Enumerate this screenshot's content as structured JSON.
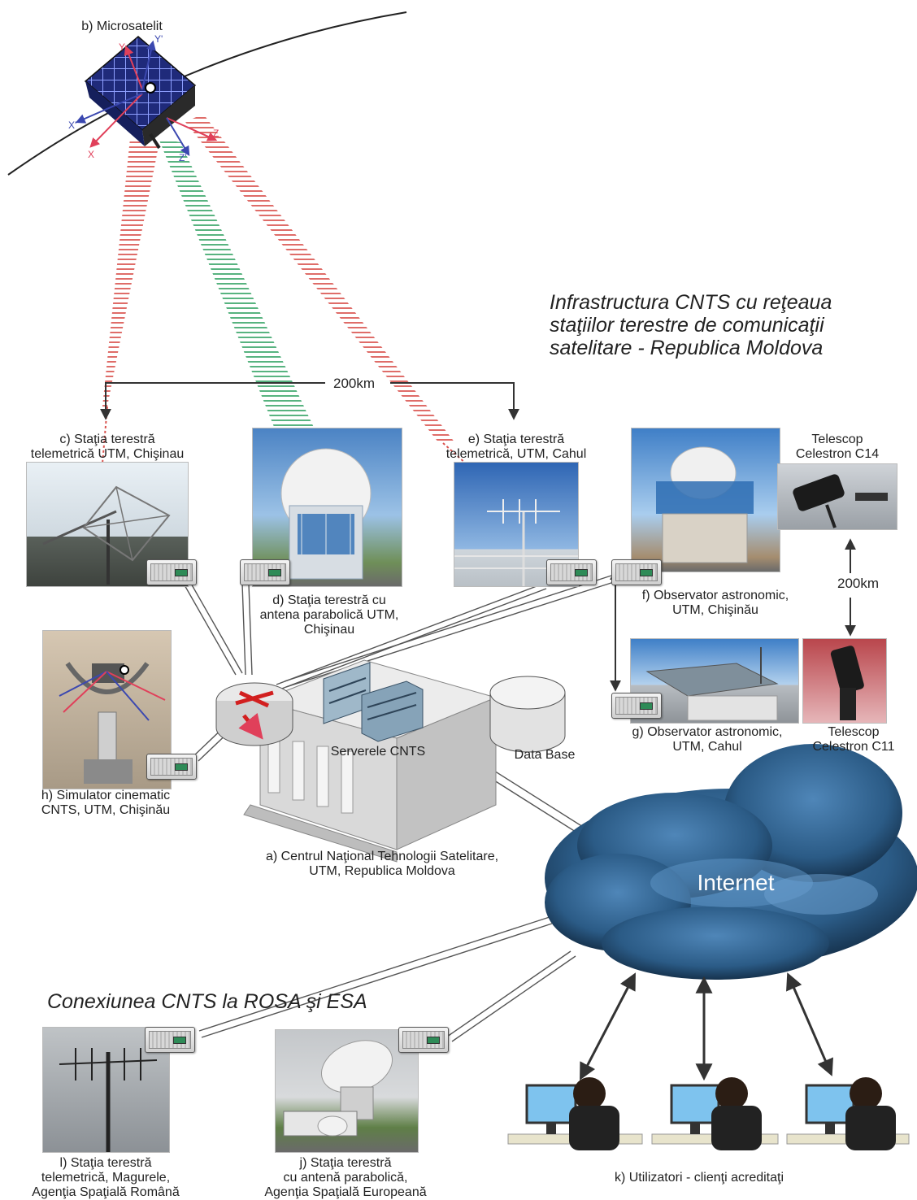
{
  "title_lines": [
    "Infrastructura CNTS cu reţeaua",
    "staţiilor terestre de comunicaţii",
    "satelitare - Republica Moldova"
  ],
  "rosa_esa_heading": "Conexiunea CNTS la ROSA şi ESA",
  "nodes": {
    "satellite": {
      "label": "b) Microsatelit",
      "axes": [
        "Y",
        "Y'",
        "X'",
        "X",
        "Z'",
        "Z"
      ]
    },
    "center": {
      "label_lines": [
        "a) Centrul Naţional Tehnologii Satelitare,",
        "UTM, Republica Moldova"
      ]
    },
    "servers": {
      "label": "Serverele CNTS"
    },
    "database": {
      "label": "Data Base"
    },
    "internet": {
      "label": "Internet"
    },
    "station_c": {
      "label_lines": [
        "c) Staţia terestră",
        "telemetrică UTM, Chişinau"
      ]
    },
    "station_d": {
      "label_lines": [
        "d) Staţia terestră cu",
        "antena parabolică UTM,",
        "Chişinau"
      ]
    },
    "station_e": {
      "label_lines": [
        "e) Staţia terestră",
        "telemetrică, UTM, Cahul"
      ]
    },
    "station_f": {
      "label_lines": [
        "f) Observator astronomic,",
        "UTM, Chişinău"
      ]
    },
    "station_g": {
      "label_lines": [
        "g) Observator astronomic,",
        "UTM, Cahul"
      ]
    },
    "station_h": {
      "label_lines": [
        "h) Simulator cinematic",
        "CNTS, UTM, Chişinău"
      ]
    },
    "station_l": {
      "label_lines": [
        "l) Staţia terestră",
        "telemetrică, Magurele,",
        "Agenţia Spaţială Română"
      ]
    },
    "station_j": {
      "label_lines": [
        "j) Staţia terestră",
        "cu antenă parabolică,",
        "Agenţia Spaţială Europeană"
      ]
    },
    "users": {
      "label": "k) Utilizatori - clienţi acreditaţi"
    },
    "telescope_c14": {
      "label_lines": [
        "Telescop",
        "Celestron C14"
      ]
    },
    "telescope_c11": {
      "label_lines": [
        "Telescop",
        "Celestron C11"
      ]
    }
  },
  "distances": {
    "stations": "200km",
    "observatories": "200km"
  },
  "colors": {
    "uplink_red": "#d9534f",
    "uplink_green": "#3aa66a",
    "cloud": "#2b5b86",
    "panel": "#1f2a7a",
    "axis_red": "#e0405a",
    "axis_blue": "#3b48b0"
  }
}
